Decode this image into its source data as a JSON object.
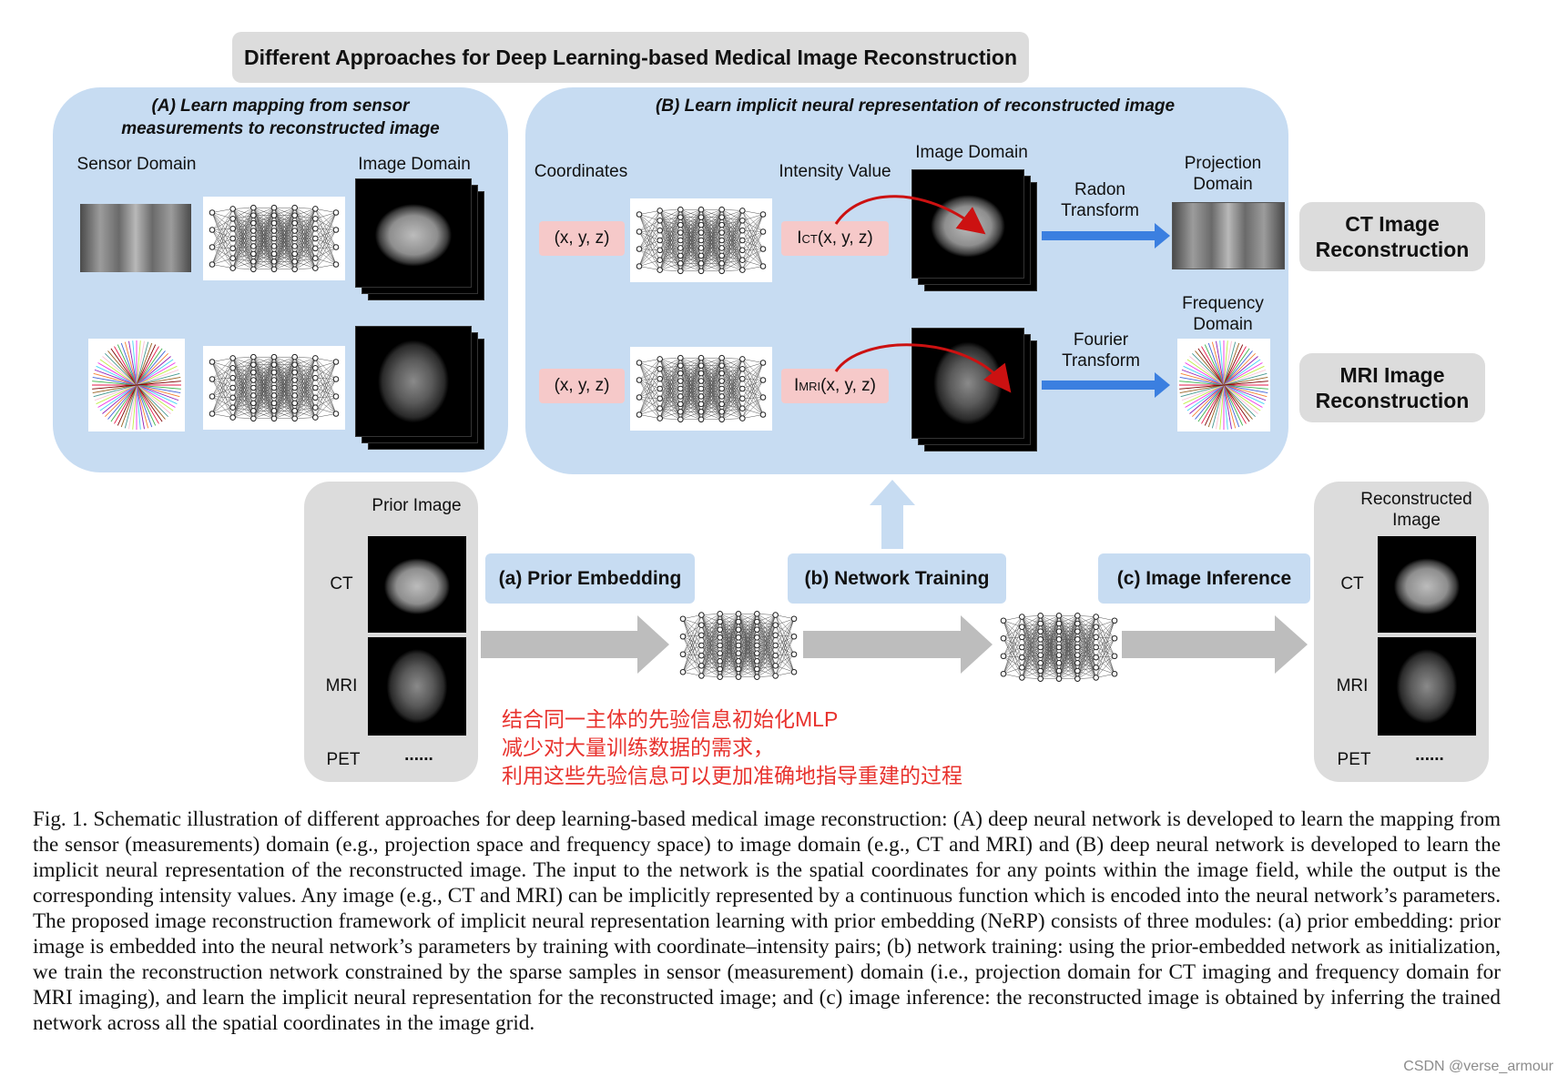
{
  "title": "Different Approaches for Deep Learning-based Medical Image Reconstruction",
  "panel_a": {
    "title_line1": "(A) Learn mapping from sensor",
    "title_line2": "measurements to reconstructed image",
    "sensor_domain": "Sensor Domain",
    "image_domain": "Image Domain"
  },
  "panel_b": {
    "title": "(B) Learn implicit neural representation of reconstructed image",
    "coordinates": "Coordinates",
    "intensity_value": "Intensity Value",
    "image_domain": "Image Domain",
    "coord_top": "(x, y, z)",
    "coord_bottom": "(x, y, z)",
    "i_ct_base": "I",
    "i_ct_sub": "CT",
    "i_ct_rest": "(x, y, z)",
    "i_mri_base": "I",
    "i_mri_sub": "MRI",
    "i_mri_rest": "(x, y, z)",
    "radon_line1": "Radon",
    "radon_line2": "Transform",
    "fourier_line1": "Fourier",
    "fourier_line2": "Transform",
    "projection_line1": "Projection",
    "projection_line2": "Domain",
    "frequency_line1": "Frequency",
    "frequency_line2": "Domain"
  },
  "outputs": {
    "ct_line1": "CT Image",
    "ct_line2": "Reconstruction",
    "mri_line1": "MRI Image",
    "mri_line2": "Reconstruction"
  },
  "prior": {
    "title": "Prior Image",
    "ct": "CT",
    "mri": "MRI",
    "pet": "PET",
    "dots": "......"
  },
  "stages": {
    "a": "(a) Prior Embedding",
    "b": "(b) Network Training",
    "c": "(c) Image Inference"
  },
  "recon": {
    "title_line1": "Reconstructed",
    "title_line2": "Image",
    "ct": "CT",
    "mri": "MRI",
    "pet": "PET",
    "dots": "......"
  },
  "annotation": {
    "line1": "结合同一主体的先验信息初始化MLP",
    "line2": "减少对大量训练数据的需求，",
    "line3": "利用这些先验信息可以更加准确地指导重建的过程"
  },
  "caption": "Fig. 1.   Schematic illustration of different approaches for deep learning-based medical image reconstruction: (A) deep neural network is developed to learn the mapping from the sensor (measurements) domain (e.g., projection space and frequency space) to image domain (e.g., CT and MRI) and (B) deep neural network is developed to learn the implicit neural representation of the reconstructed image. The input to the network is the spatial coordinates for any points within the image field, while the output is the corresponding intensity values. Any image (e.g., CT and MRI) can be implicitly represented by a continuous function which is encoded into the neural network’s parameters. The proposed image reconstruction framework of implicit neural representation learning with prior embedding (NeRP) consists of three modules: (a) prior embedding: prior image is embedded into the neural network’s parameters by training with coordinate–intensity pairs; (b) network training: using the prior-embedded network as initialization, we train the reconstruction network constrained by the sparse samples in sensor (measurement) domain (i.e., projection domain for CT imaging and frequency domain for MRI imaging), and learn the implicit neural representation for the reconstructed image; and (c) image inference: the reconstructed image is obtained by inferring the trained network across all the spatial coordinates in the image grid.",
  "watermark": "CSDN @verse_armour",
  "colors": {
    "panel_blue": "#c7dcf2",
    "gray_box": "#dcdcdc",
    "pink_box": "#f6c9c9",
    "arrow_blue": "#3b7fe0",
    "arrow_red": "#cc1111",
    "annotation_red": "#e8322d"
  }
}
